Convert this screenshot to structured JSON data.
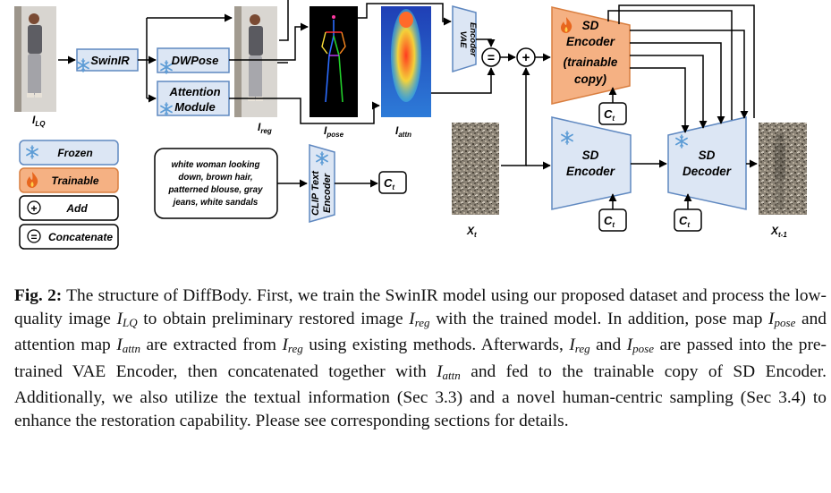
{
  "diagram": {
    "labels": {
      "i_lq": "LQ",
      "i_reg": "reg",
      "i_pose": "pose",
      "i_attn": "attn",
      "x_t": "t",
      "x_t1": "t-1"
    },
    "modules": {
      "swinir": "SwinIR",
      "dwpose": "DWPose",
      "attention_line1": "Attention",
      "attention_line2": "Module",
      "vae_line1": "VAE",
      "vae_line2": "Encoder",
      "clip_line1": "CLIP Text",
      "clip_line2": "Encoder",
      "sd_trainable_line1": "SD",
      "sd_trainable_line2": "Encoder",
      "sd_trainable_line3": "(trainable",
      "sd_trainable_line4": "copy)",
      "sd_encoder_line1": "SD",
      "sd_encoder_line2": "Encoder",
      "sd_decoder_line1": "SD",
      "sd_decoder_line2": "Decoder",
      "ct_main": "C",
      "ct_sub": "t"
    },
    "operators": {
      "concat": "=",
      "add": "+"
    },
    "prompt_lines": [
      "white woman looking",
      "down, brown hair,",
      "patterned blouse, gray",
      "jeans, white sandals"
    ],
    "legend": {
      "frozen": "Frozen",
      "trainable": "Trainable",
      "add": "Add",
      "concatenate": "Concatenate",
      "add_symbol": "+",
      "concat_symbol": "="
    },
    "colors": {
      "frozen_fill": "#dce6f4",
      "frozen_stroke": "#5f88c0",
      "trainable_fill": "#f5b183",
      "trainable_stroke": "#d97e3f",
      "snowflake": "#5b9bd5",
      "flame": "#e8661e"
    },
    "icons": {
      "frozen": "snowflake-icon",
      "trainable": "flame-icon"
    }
  },
  "caption": {
    "fig_label": "Fig. 2:",
    "s1": " The structure of DiffBody. First, we train the SwinIR model using our proposed dataset and process the low-quality image ",
    "v_lq_i": "I",
    "v_lq_sub": "LQ",
    "s2": " to obtain preliminary restored image ",
    "v_reg_i": "I",
    "v_reg_sub": "reg",
    "s3": " with the trained model. In addition, pose map ",
    "v_pose_i": "I",
    "v_pose_sub": "pose",
    "s4": " and attention map ",
    "v_attn_i": "I",
    "v_attn_sub": "attn",
    "s5": " are extracted from ",
    "v_reg2_i": "I",
    "v_reg2_sub": "reg",
    "s6": " using existing methods. Afterwards, ",
    "v_reg3_i": "I",
    "v_reg3_sub": "reg",
    "s7": " and ",
    "v_pose2_i": "I",
    "v_pose2_sub": "pose",
    "s8": " are passed into the pre-trained VAE Encoder, then concatenated together with ",
    "v_attn2_i": "I",
    "v_attn2_sub": "attn",
    "s9": " and fed to the trainable copy of SD Encoder. Additionally, we also utilize the textual information (Sec 3.3) and a novel human-centric sampling (Sec 3.4) to enhance the restoration capability. Please see corresponding sections for details."
  }
}
